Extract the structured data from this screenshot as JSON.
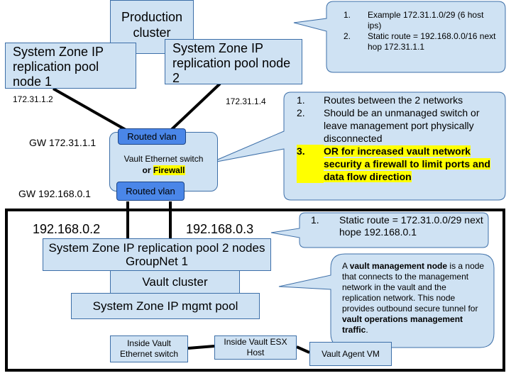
{
  "production_cluster": "Production cluster",
  "node1": "System Zone IP replication pool node 1",
  "node2": "System Zone IP replication pool node 2",
  "ip_node1": "172.31.1.2",
  "ip_node2": "172.31.1.4",
  "gw_top": "GW 172.31.1.1",
  "gw_bottom": "GW 192.168.0.1",
  "routed_vlan_top": "Routed vlan",
  "routed_vlan_bottom": "Routed vlan",
  "switch": {
    "line1": "Vault Ethernet switch",
    "or": "or",
    "firewall": "Firewall"
  },
  "callout_top": {
    "items": [
      {
        "num": "1.",
        "text": "Example 172.31.1.0/29 (6 host ips)"
      },
      {
        "num": "2.",
        "text": "Static route = 192.168.0.0/16 next hop 172.31.1.1"
      }
    ]
  },
  "callout_mid": {
    "items": [
      {
        "num": "1.",
        "text": "Routes between the 2 networks"
      },
      {
        "num": "2.",
        "text": "Should be an unmanaged switch or leave management port physically disconnected"
      },
      {
        "num": "3.",
        "text": "OR for increased vault network security a firewall to limit ports and data flow direction"
      }
    ]
  },
  "callout_static": {
    "num": "1.",
    "text": "Static route = 172.31.0.0/29 next hope 192.168.0.1"
  },
  "ip_left": "192.168.0.2",
  "ip_right": "192.168.0.3",
  "rep_pool": "System Zone IP replication pool 2 nodes GroupNet 1",
  "vault_cluster": "Vault cluster",
  "mgmt_pool": "System Zone IP mgmt pool",
  "inside_switch": "Inside Vault Ethernet switch",
  "inside_esx": "Inside Vault ESX Host",
  "agent_vm": "Vault Agent VM",
  "callout_mgmt": {
    "p1": "A",
    "b1": "vault management node",
    "p2": "is a node that connects to the management network in the vault and the replication network. This node provides outbound secure tunnel for",
    "b2": "vault operations management traffic",
    "p3": "."
  }
}
